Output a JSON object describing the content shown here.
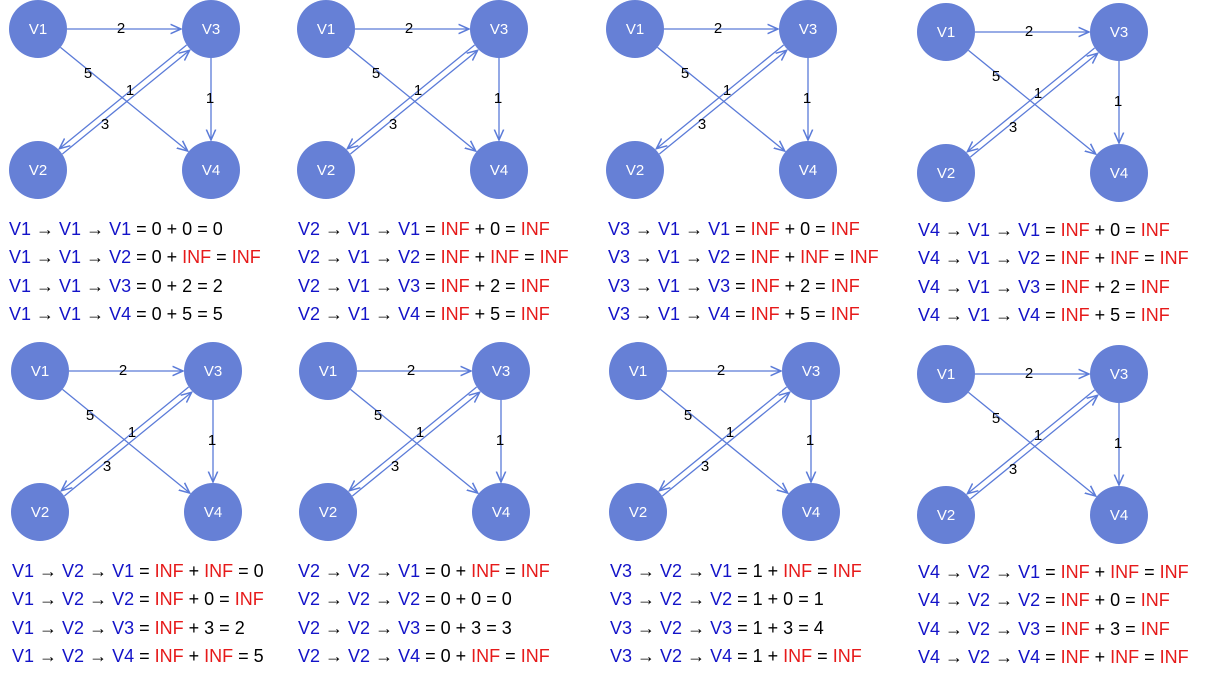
{
  "colors": {
    "node": "#6680d6",
    "edge": "#5b7bd8",
    "name": "#1313c8",
    "inf": "#e61a1a",
    "text": "#000000"
  },
  "graph": {
    "nodes": [
      "V1",
      "V3",
      "V2",
      "V4"
    ],
    "weights": {
      "v1_v3": "2",
      "v1_v4": "5",
      "v2_v3": "1",
      "v3_v2": "3",
      "v3_v4": "1"
    }
  },
  "panels": [
    {
      "equations": [
        [
          "V1 → V1 → V1 = ",
          "0",
          " + ",
          "0",
          " = ",
          "0"
        ],
        [
          "V1 → V1 → V2 = ",
          "0",
          " + ",
          "INF",
          " = ",
          "INF"
        ],
        [
          "V1 → V1 → V3 = ",
          "0",
          " + ",
          "2",
          " = ",
          "2"
        ],
        [
          "V1 → V1 → V4 = ",
          "0",
          " + ",
          "5",
          " = ",
          "5"
        ]
      ]
    },
    {
      "equations": [
        [
          "V2 → V1 → V1 = ",
          "INF",
          " + ",
          "0",
          " = ",
          "INF"
        ],
        [
          "V2 → V1 → V2 = ",
          "INF",
          " + ",
          "INF",
          " = ",
          "INF"
        ],
        [
          "V2 → V1 → V3 = ",
          "INF",
          " + ",
          "2",
          " = ",
          "INF"
        ],
        [
          "V2 → V1 → V4 = ",
          "INF",
          " + ",
          "5",
          " = ",
          "INF"
        ]
      ]
    },
    {
      "equations": [
        [
          "V3 → V1 → V1 = ",
          "INF",
          " + ",
          "0",
          " = ",
          "INF"
        ],
        [
          "V3 → V1 → V2 = ",
          "INF",
          " + ",
          "INF",
          " = ",
          "INF"
        ],
        [
          "V3 → V1 → V3 = ",
          "INF",
          " + ",
          "2",
          " = ",
          "INF"
        ],
        [
          "V3 → V1 → V4 = ",
          "INF",
          " + ",
          "5",
          " = ",
          "INF"
        ]
      ]
    },
    {
      "equations": [
        [
          "V4 → V1 → V1 = ",
          "INF",
          " + ",
          "0",
          " = ",
          "INF"
        ],
        [
          "V4 → V1 → V2 = ",
          "INF",
          " + ",
          "INF",
          " = ",
          "INF"
        ],
        [
          "V4 → V1 → V3 = ",
          "INF",
          " + ",
          "2",
          " = ",
          "INF"
        ],
        [
          "V4 → V1 → V4 = ",
          "INF",
          " + ",
          "5",
          " = ",
          "INF"
        ]
      ]
    },
    {
      "equations": [
        [
          "V1 → V2 → V1 = ",
          "INF",
          " + ",
          "INF",
          " = ",
          "0"
        ],
        [
          "V1 → V2 → V2 = ",
          "INF",
          " + ",
          "0",
          " = ",
          "INF"
        ],
        [
          "V1 → V2 → V3 = ",
          "INF",
          " + ",
          "3",
          " = ",
          "2"
        ],
        [
          "V1 → V2 → V4 = ",
          "INF",
          " + ",
          "INF",
          " = ",
          "5"
        ]
      ]
    },
    {
      "equations": [
        [
          "V2 → V2 → V1 = ",
          "0",
          " + ",
          "INF",
          " = ",
          "INF"
        ],
        [
          "V2 → V2 → V2 = ",
          "0",
          " + ",
          "0",
          " = ",
          "0"
        ],
        [
          "V2 → V2 → V3 = ",
          "0",
          " + ",
          "3",
          " = ",
          "3"
        ],
        [
          "V2 → V2 → V4 = ",
          "0",
          " + ",
          "INF",
          " = ",
          "INF"
        ]
      ]
    },
    {
      "equations": [
        [
          "V3 → V2 → V1 = ",
          "1",
          " + ",
          "INF",
          " = ",
          "INF"
        ],
        [
          "V3 → V2 → V2 = ",
          "1",
          " + ",
          "0",
          " = ",
          "1"
        ],
        [
          "V3 → V2 → V3 = ",
          "1",
          " + ",
          "3",
          " = ",
          "4"
        ],
        [
          "V3 → V2 → V4 = ",
          "1",
          " + ",
          "INF",
          " = ",
          "INF"
        ]
      ]
    },
    {
      "equations": [
        [
          "V4 → V2 → V1 = ",
          "INF",
          " + ",
          "INF",
          " = ",
          "INF"
        ],
        [
          "V4 → V2 → V2 = ",
          "INF",
          " + ",
          "0",
          " = ",
          "INF"
        ],
        [
          "V4 → V2 → V3 = ",
          "INF",
          " + ",
          "3",
          " = ",
          "INF"
        ],
        [
          "V4 → V2 → V4 = ",
          "INF",
          " + ",
          "INF",
          " = ",
          "INF"
        ]
      ]
    }
  ]
}
